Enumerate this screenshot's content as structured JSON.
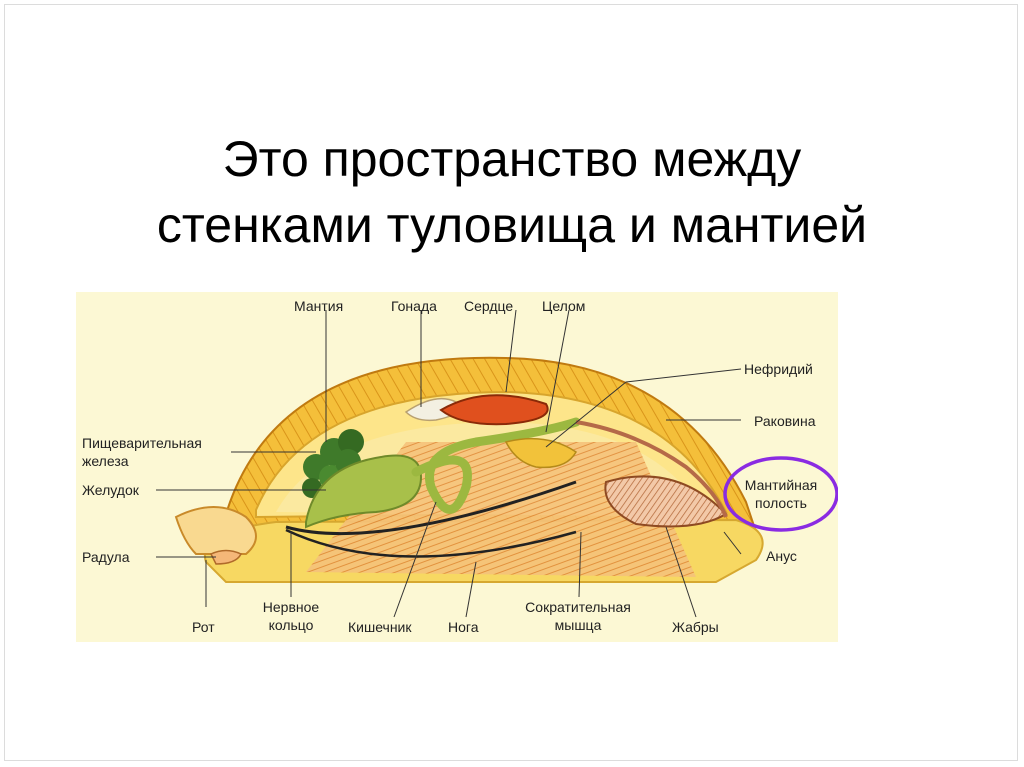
{
  "title": {
    "line1": "Это пространство между",
    "line2": "стенками туловища и мантией"
  },
  "labels": {
    "mantle": "Мантия",
    "gonad": "Гонада",
    "heart": "Сердце",
    "coelom": "Целом",
    "nephridium": "Нефридий",
    "shell": "Раковина",
    "digestive_gland_1": "Пищеварительная",
    "digestive_gland_2": "железа",
    "stomach": "Желудок",
    "mantle_cavity_1": "Мантийная",
    "mantle_cavity_2": "полость",
    "radula": "Радула",
    "anus": "Анус",
    "mouth": "Рот",
    "nerve_ring_1": "Нервное",
    "nerve_ring_2": "кольцо",
    "intestine": "Кишечник",
    "foot": "Нога",
    "contractile_muscle_1": "Сократительная",
    "contractile_muscle_2": "мышца",
    "gills": "Жабры"
  },
  "colors": {
    "highlight_circle": "#8a2be2",
    "shell_outer": "#f2b21c",
    "shell_inner": "#fde58a",
    "foot": "#f7d862",
    "muscle": "#e89a4a",
    "digestive_gland": "#3f7a2a",
    "stomach": "#a8c04a",
    "heart": "#e0501e"
  }
}
